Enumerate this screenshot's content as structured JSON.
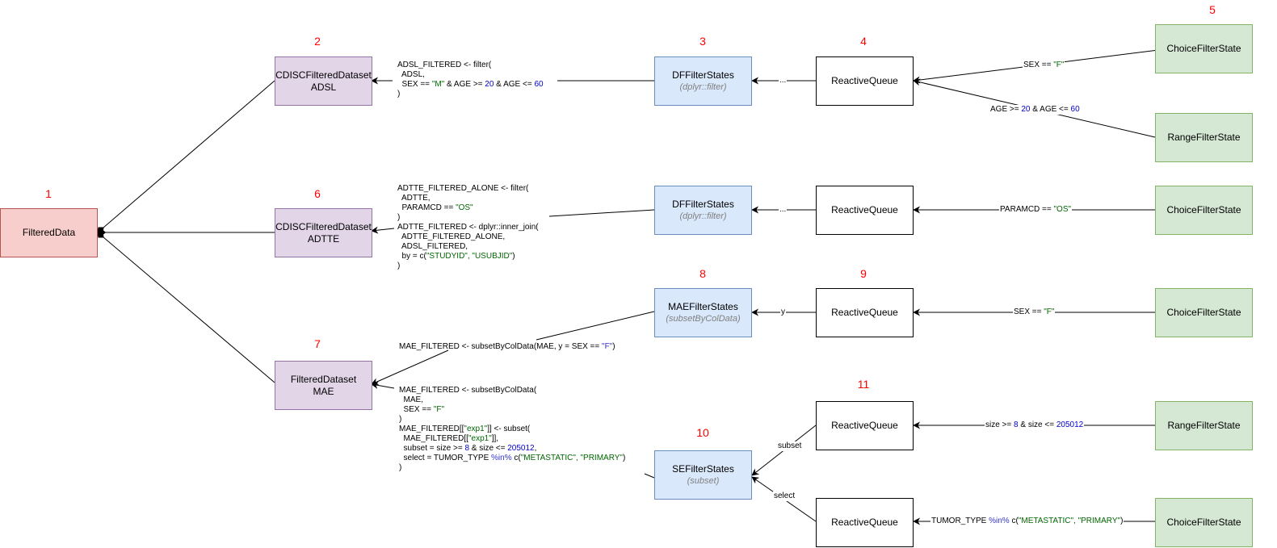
{
  "colors": {
    "root_fill": "#f8cecc",
    "root_border": "#b85450",
    "dataset_fill": "#e1d5e7",
    "dataset_border": "#9673a6",
    "states_fill": "#dae8fc",
    "states_border": "#6c8ebf",
    "filter_fill": "#d5e8d4",
    "filter_border": "#82b366",
    "step_number": "#ff0000",
    "string_literal": "#006600",
    "numeric_literal": "#0000cc"
  },
  "nodes": {
    "filtered_data": {
      "title": "FilteredData",
      "step": "1"
    },
    "adsl_dataset": {
      "title": "CDISCFilteredDataset",
      "sub": "ADSL",
      "step": "2"
    },
    "adsl_states": {
      "title": "DFFilterStates",
      "sub": "(dplyr::filter)",
      "step": "3"
    },
    "adsl_queue": {
      "title": "ReactiveQueue",
      "step": "4"
    },
    "adsl_choice": {
      "title": "ChoiceFilterState",
      "step": "5"
    },
    "adsl_range": {
      "title": "RangeFilterState"
    },
    "adtte_dataset": {
      "title": "CDISCFilteredDataset",
      "sub": "ADTTE",
      "step": "6"
    },
    "adtte_states": {
      "title": "DFFilterStates",
      "sub": "(dplyr::filter)"
    },
    "adtte_queue": {
      "title": "ReactiveQueue"
    },
    "adtte_choice": {
      "title": "ChoiceFilterState"
    },
    "mae_dataset": {
      "title": "FilteredDataset",
      "sub": "MAE",
      "step": "7"
    },
    "mae_states": {
      "title": "MAEFilterStates",
      "sub": "(subsetByColData)",
      "step": "8"
    },
    "mae_queue": {
      "title": "ReactiveQueue",
      "step": "9"
    },
    "mae_choice": {
      "title": "ChoiceFilterState"
    },
    "se_states": {
      "title": "SEFilterStates",
      "sub": "(subset)",
      "step": "10"
    },
    "se_subset_queue": {
      "title": "ReactiveQueue",
      "step": "11"
    },
    "se_select_queue": {
      "title": "ReactiveQueue"
    },
    "se_range": {
      "title": "RangeFilterState"
    },
    "se_choice": {
      "title": "ChoiceFilterState"
    }
  },
  "edge_labels": {
    "adsl_states_queue": "...",
    "adtte_states_queue": "...",
    "mae_states_queue": "y",
    "se_subset": "subset",
    "se_select": "select",
    "adsl_choice": {
      "a": "SEX == ",
      "b": "\"F\""
    },
    "adsl_range": {
      "a": "AGE >= ",
      "b": "20",
      "c": " & AGE <= ",
      "d": "60"
    },
    "adtte_choice": {
      "a": "PARAMCD == ",
      "b": "\"OS\""
    },
    "mae_choice": {
      "a": "SEX == ",
      "b": "\"F\""
    },
    "se_range": {
      "a": "size >= ",
      "b": "8",
      "c": " & size <= ",
      "d": "205012"
    },
    "se_choice": {
      "a": "TUMOR_TYPE ",
      "b": "%in%",
      "c": " c(",
      "d": "\"METASTATIC\", \"PRIMARY\"",
      "e": ")"
    }
  },
  "code": {
    "adsl": {
      "l1": "ADSL_FILTERED <- filter(",
      "l2": "  ADSL,",
      "l3a": "  SEX == ",
      "l3b": "\"M\"",
      "l3c": " & AGE >= ",
      "l3d": "20",
      "l3e": " & AGE <= ",
      "l3f": "60",
      "l4": ")"
    },
    "adtte": {
      "l1": "ADTTE_FILTERED_ALONE <- filter(",
      "l2": "  ADTTE,",
      "l3a": "  PARAMCD == ",
      "l3b": "\"OS\"",
      "l4": ")",
      "l5": "ADTTE_FILTERED <- dplyr::inner_join(",
      "l6": "  ADTTE_FILTERED_ALONE,",
      "l7": "  ADSL_FILTERED,",
      "l8a": "  by = c(",
      "l8b": "\"STUDYID\", \"USUBJID\"",
      "l8c": ")",
      "l9": ")"
    },
    "mae_coldata": {
      "a": "MAE_FILTERED <- subsetByColData(MAE, y = SEX == ",
      "b": "\"F\"",
      "c": ")"
    },
    "mae_full": {
      "l1": "MAE_FILTERED <- subsetByColData(",
      "l2": "  MAE,",
      "l3a": "  SEX == ",
      "l3b": "\"F\"",
      "l4": ")",
      "l5a": "MAE_FILTERED[[",
      "l5b": "\"exp1\"",
      "l5c": "]] <- subset(",
      "l6a": "  MAE_FILTERED[[",
      "l6b": "\"exp1\"",
      "l6c": "]],",
      "l7a": "  subset = size >= ",
      "l7b": "8",
      "l7c": " & size <= ",
      "l7d": "205012",
      "l7e": ",",
      "l8a": "  select = TUMOR_TYPE ",
      "l8b": "%in%",
      "l8c": " c(",
      "l8d": "\"METASTATIC\", \"PRIMARY\"",
      "l8e": ")",
      "l9": ")"
    }
  }
}
